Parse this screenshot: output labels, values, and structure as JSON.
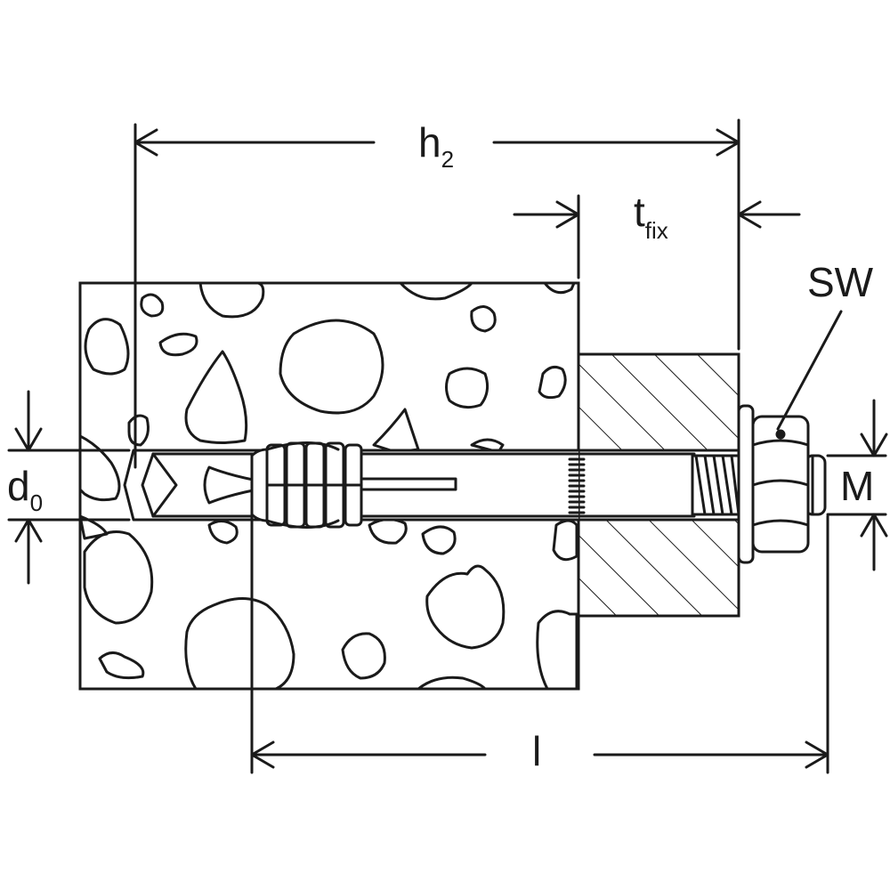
{
  "labels": {
    "h2_main": "h",
    "h2_sub": "2",
    "tfix_main": "t",
    "tfix_sub": "fix",
    "sw": "SW",
    "d0_main": "d",
    "d0_sub": "0",
    "m": "M",
    "l": "l"
  },
  "colors": {
    "line": "#1a1a1a",
    "background": "#ffffff"
  }
}
